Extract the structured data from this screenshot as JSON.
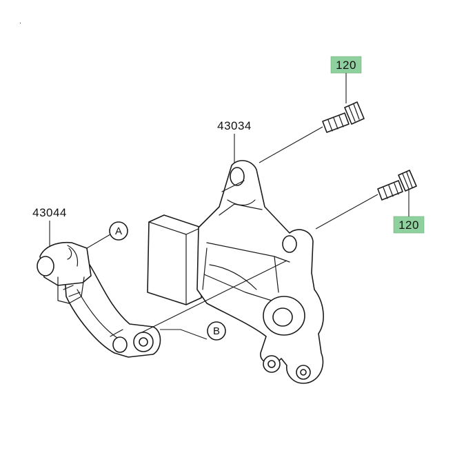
{
  "labels": {
    "bracket_part": "43034",
    "bracket_part_small": "43044",
    "bolt_top": "120",
    "bolt_bottom": "120",
    "ref_a": "A",
    "ref_b": "B"
  },
  "colors": {
    "highlight": "#8fd19e",
    "line": "#1a1a1a"
  }
}
